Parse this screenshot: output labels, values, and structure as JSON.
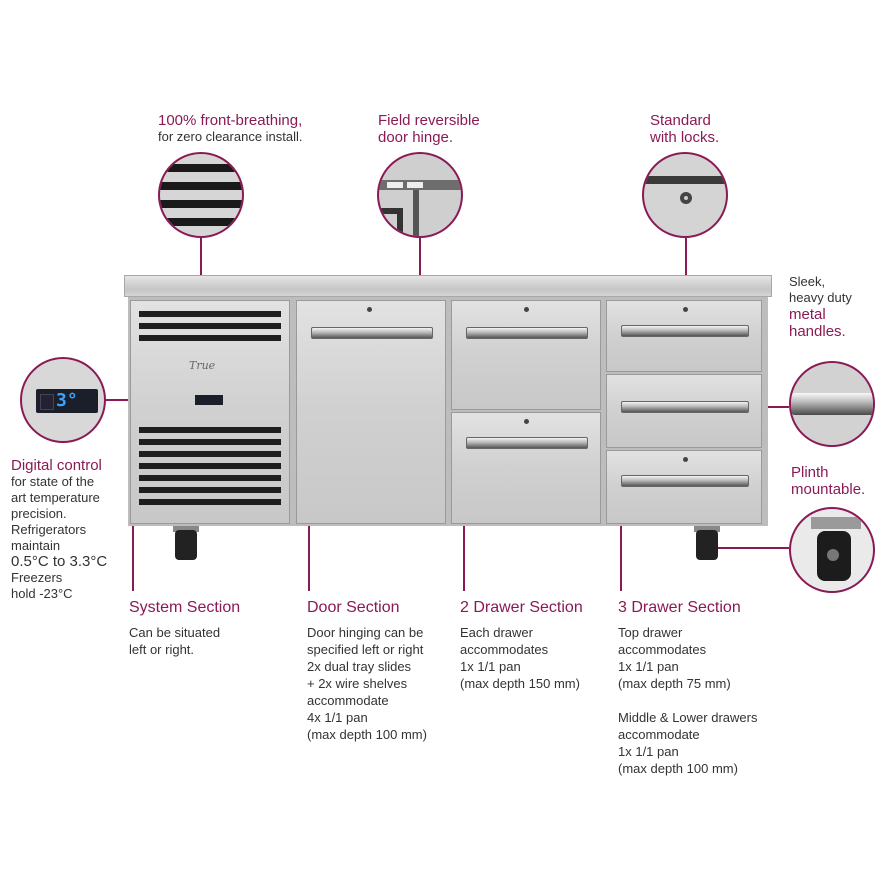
{
  "callouts": {
    "breathing": {
      "title": "100% front-breathing,",
      "sub": "for zero clearance install."
    },
    "hinge": {
      "title_l1": "Field reversible",
      "title_l2": "door hinge."
    },
    "locks": {
      "title_l1": "Standard",
      "title_l2": "with locks."
    },
    "handles": {
      "l1": "Sleek,",
      "l2": "heavy duty",
      "l3": "metal",
      "l4": "handles."
    },
    "plinth": {
      "l1": "Plinth",
      "l2": "mountable."
    },
    "digital": {
      "title": "Digital control",
      "l1": "for state of the",
      "l2": "art temperature",
      "l3": "precision.",
      "l4": "Refrigerators",
      "l5": "maintain",
      "l6": "0.5°C to 3.3°C",
      "l7": "Freezers",
      "l8": "hold -23°C"
    }
  },
  "product": {
    "brand": "True",
    "display": "3°"
  },
  "sections": [
    {
      "title": "System Section",
      "body": "Can be situated\nleft or right."
    },
    {
      "title": "Door Section",
      "body": "Door hinging can be\nspecified left or right\n2x dual tray slides\n+ 2x wire shelves\naccommodate\n4x 1/1 pan\n(max depth 100 mm)"
    },
    {
      "title": "2 Drawer Section",
      "body": "Each drawer\naccommodates\n1x 1/1 pan\n(max depth 150 mm)"
    },
    {
      "title": "3 Drawer Section",
      "body": "Top drawer\naccommodates\n1x 1/1 pan\n(max depth 75 mm)\n\nMiddle & Lower drawers\naccommodate\n1x 1/1 pan\n(max depth 100 mm)"
    }
  ],
  "colors": {
    "accent": "#8a1a55",
    "text": "#333333"
  }
}
